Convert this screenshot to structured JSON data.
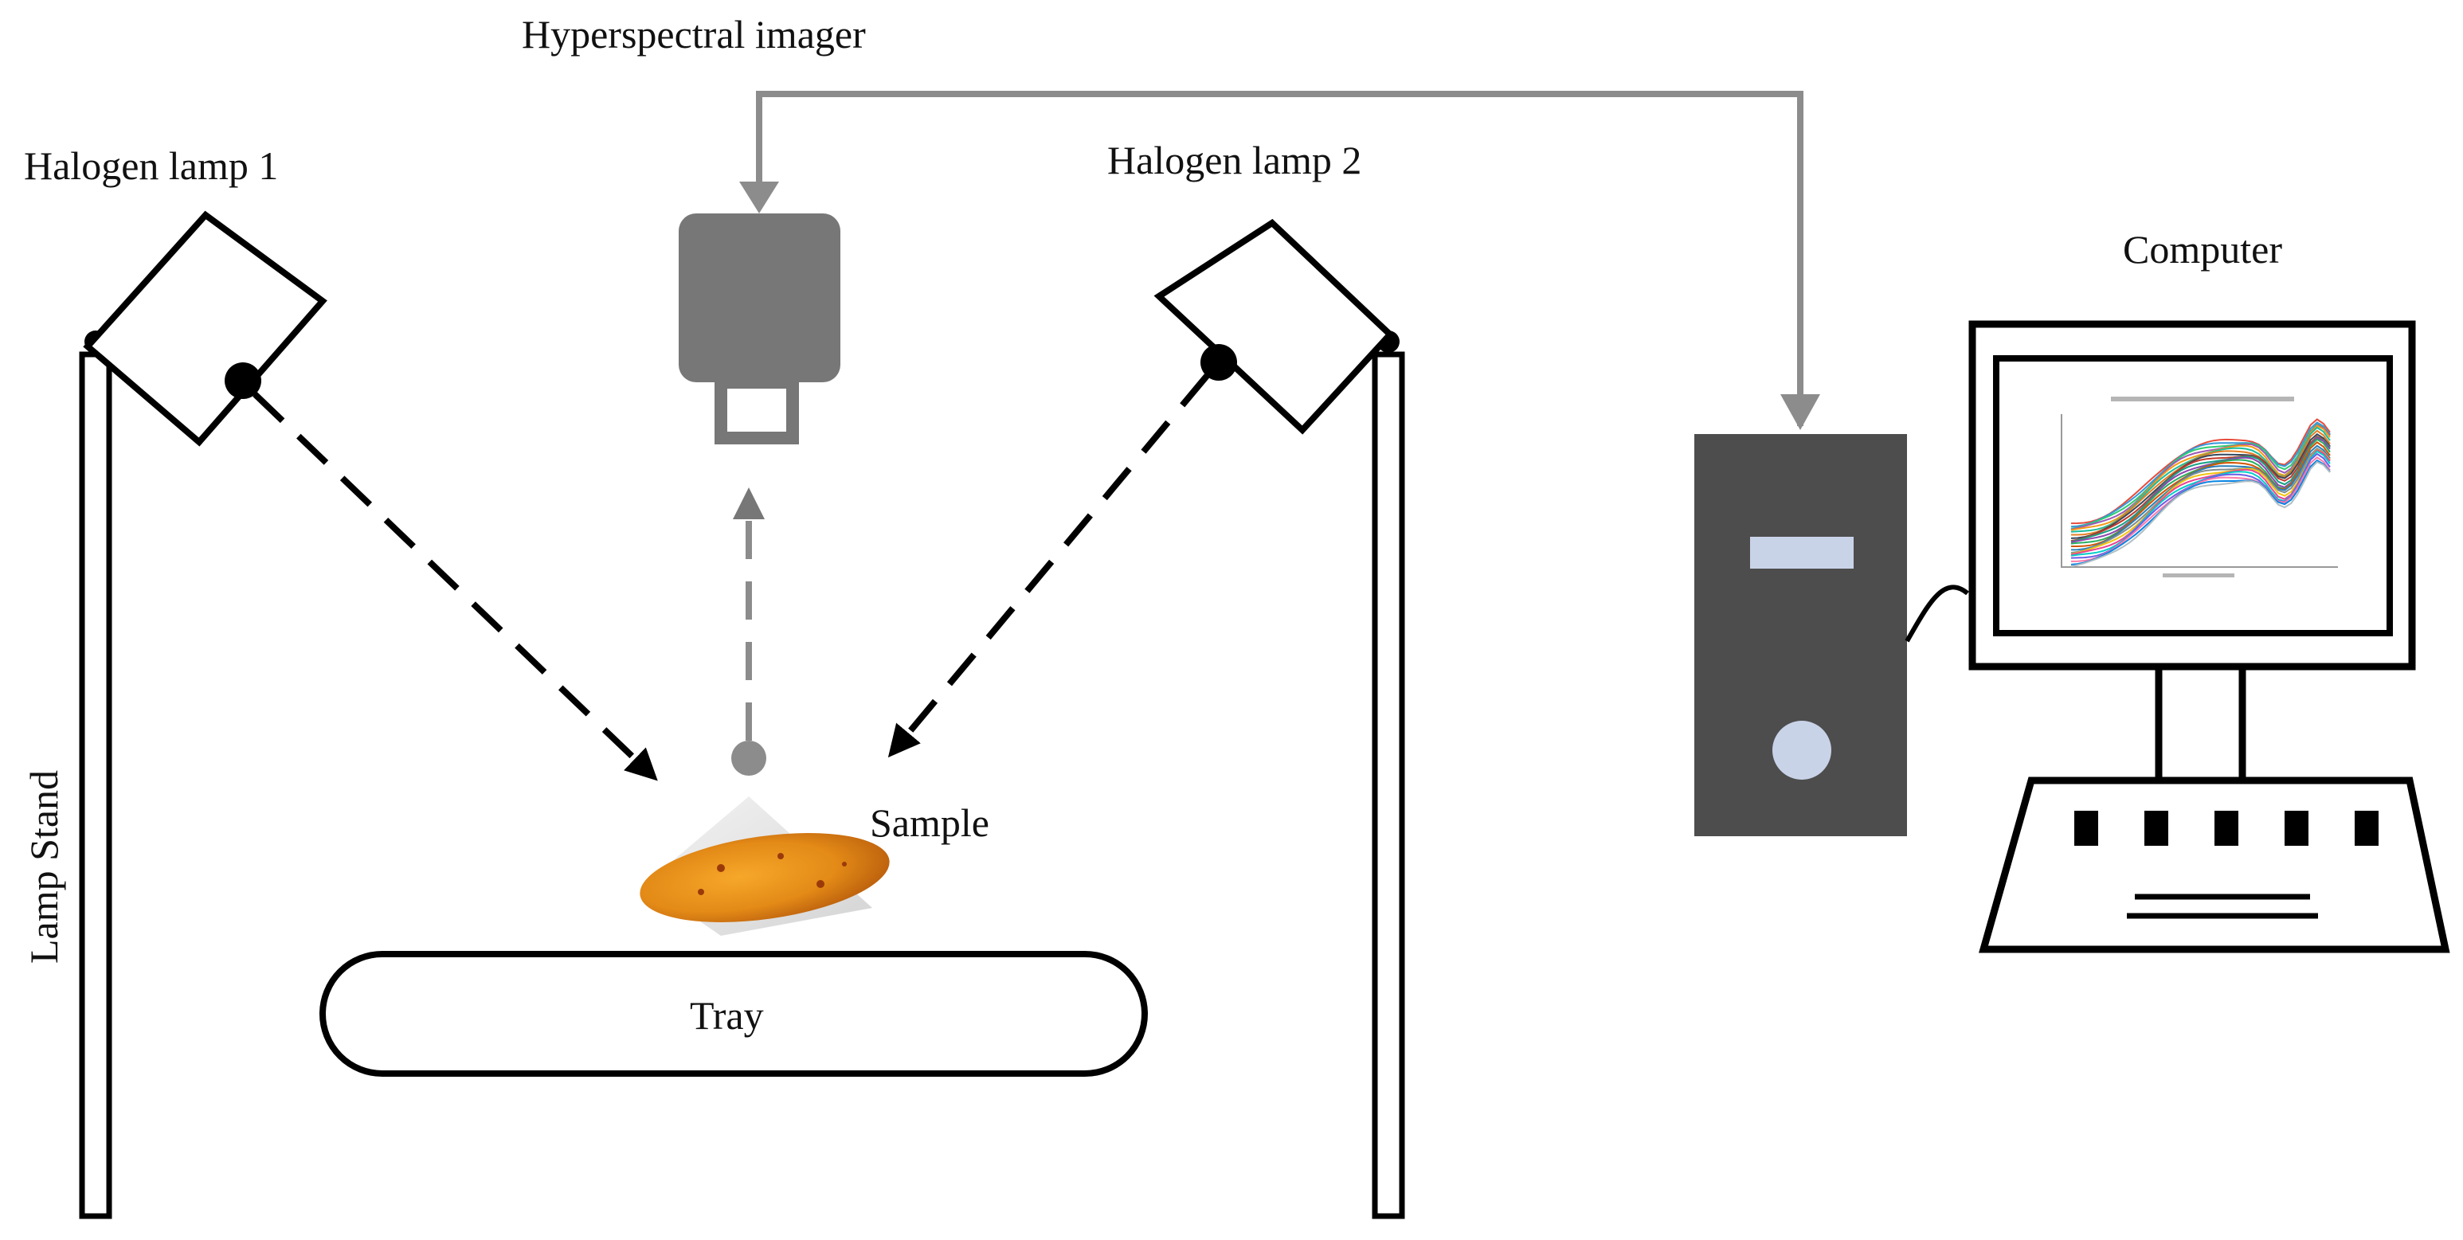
{
  "labels": {
    "hyperspectral_imager": "Hyperspectral imager",
    "halogen_lamp_1": "Halogen lamp 1",
    "halogen_lamp_2": "Halogen lamp 2",
    "computer": "Computer",
    "lamp_stand": "Lamp Stand",
    "sample": "Sample",
    "tray": "Tray"
  },
  "colors": {
    "line": "#000000",
    "gray_device": "#777777",
    "dark_case": "#4d4d4d",
    "drive_slot": "#c9d3e8",
    "sample_orange": "#e38a17",
    "sample_dark": "#b85c0c"
  },
  "monitor_plot": {
    "series_count": 22,
    "palette": [
      "#e74c3c",
      "#3498db",
      "#2ecc71",
      "#9b59b6",
      "#f39c12",
      "#1abc9c",
      "#e67e22",
      "#34495e",
      "#c0392b",
      "#16a085",
      "#8e44ad",
      "#27ae60",
      "#d35400",
      "#2980b9",
      "#7f8c8d",
      "#f1c40f",
      "#e84393",
      "#00cec9",
      "#6c5ce7",
      "#fd79a8",
      "#0984e3",
      "#b2bec3"
    ]
  }
}
